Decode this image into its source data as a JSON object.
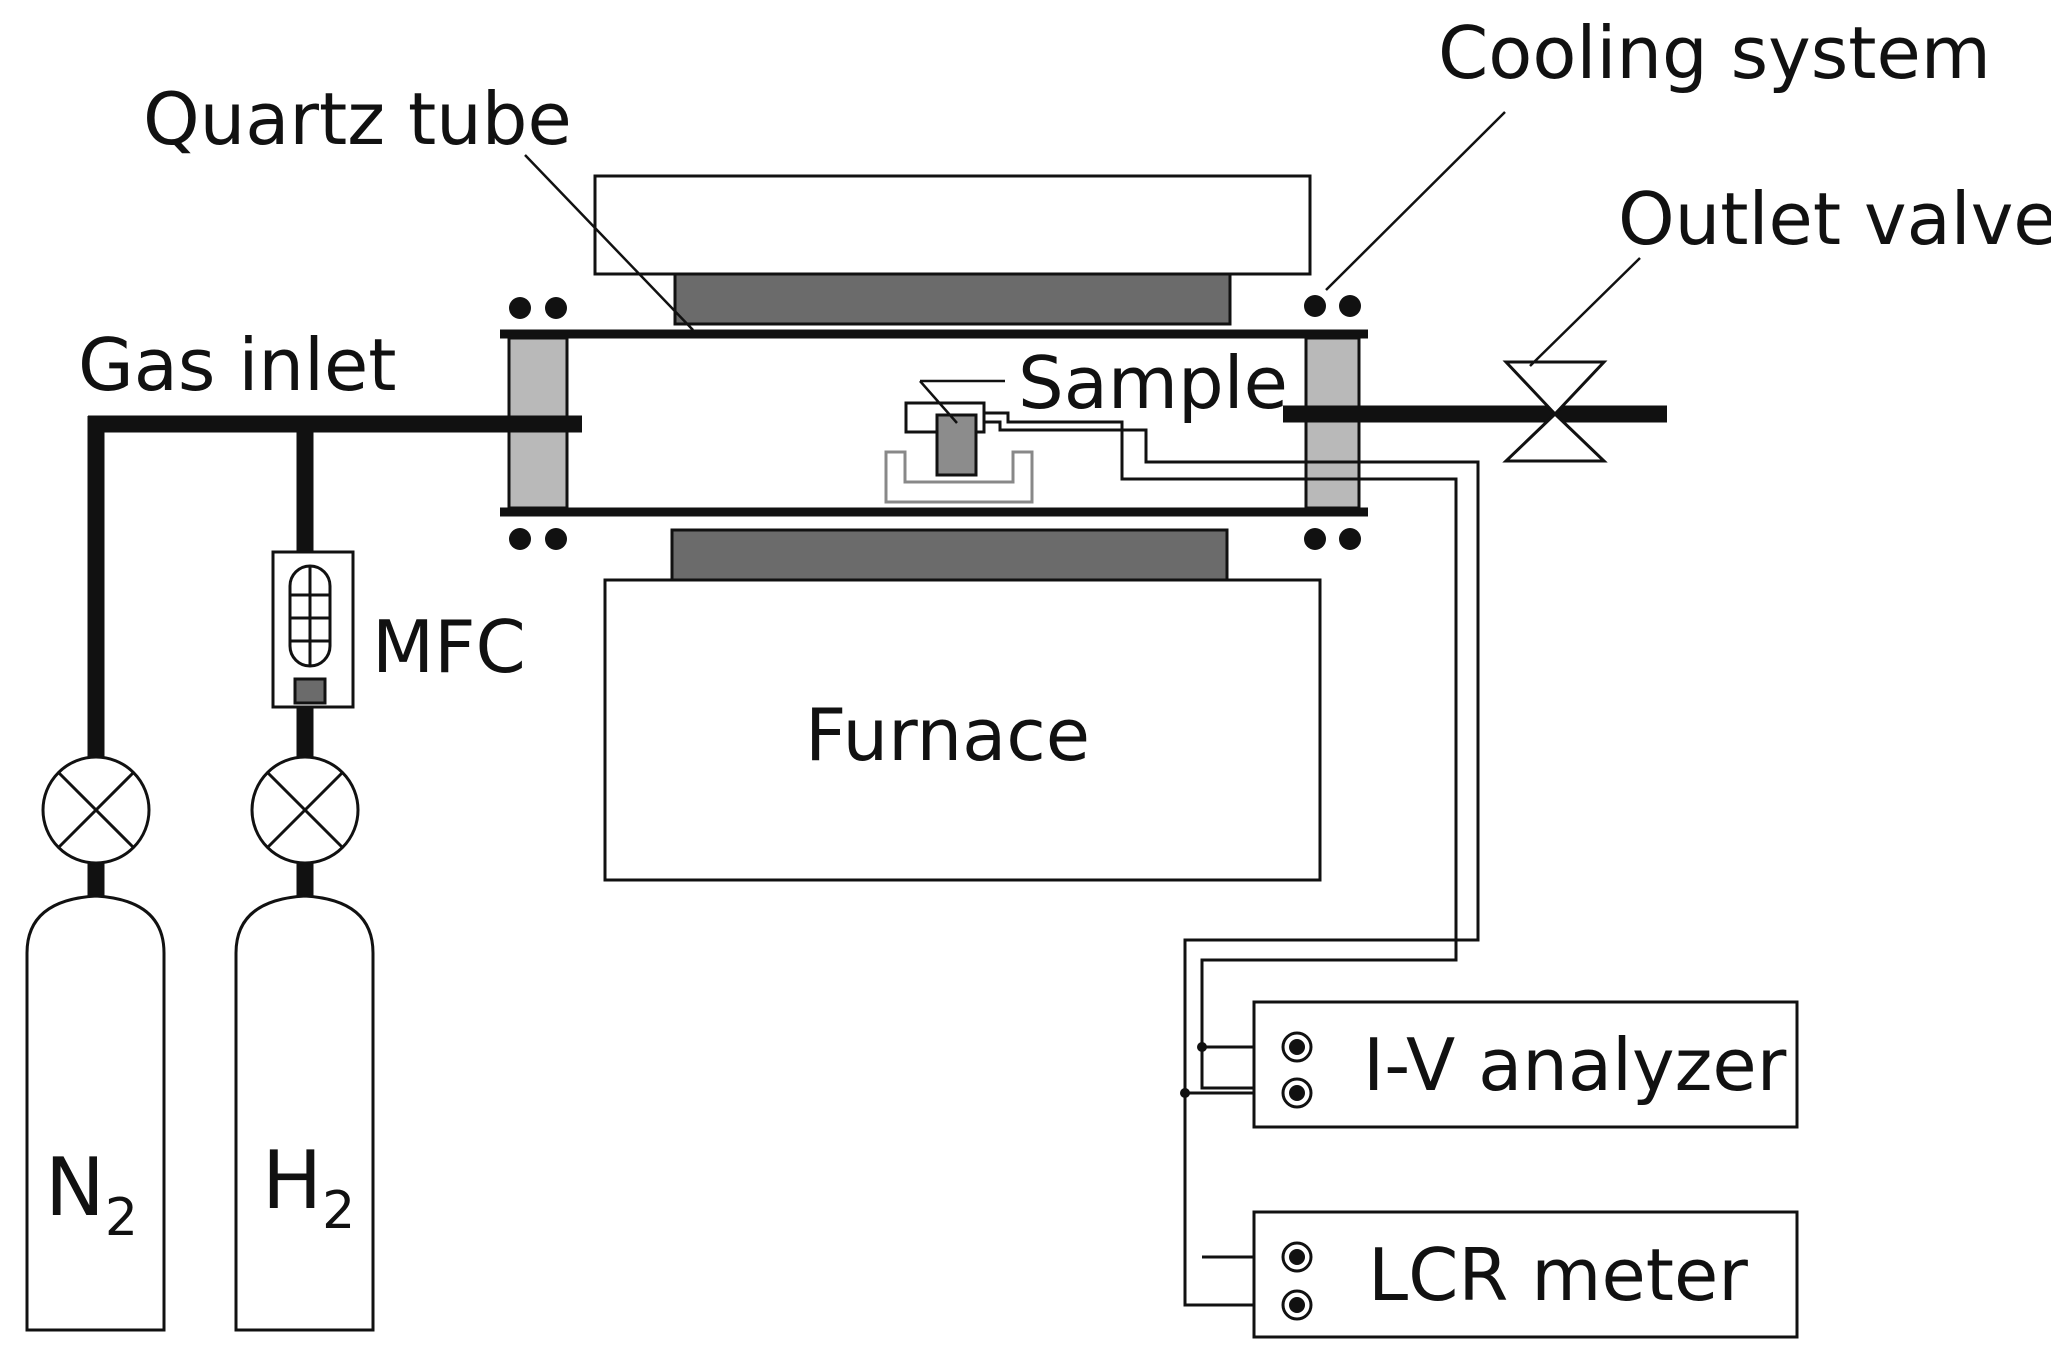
{
  "labels": {
    "quartz_tube": "Quartz tube",
    "cooling_system": "Cooling system",
    "outlet_valve": "Outlet valve",
    "gas_inlet": "Gas inlet",
    "sample": "Sample",
    "mfc": "MFC",
    "furnace": "Furnace",
    "iv_analyzer": "I-V analyzer",
    "lcr_meter": "LCR meter"
  },
  "cylinders": {
    "n2": {
      "symbol": "N",
      "subscript": "2"
    },
    "h2": {
      "symbol": "H",
      "subscript": "2"
    }
  },
  "colors": {
    "line": "#111111",
    "heater": "#6b6b6b",
    "flange": "#b9b9b9",
    "sample": "#8c8c8c",
    "sample_holder": "#888888"
  }
}
